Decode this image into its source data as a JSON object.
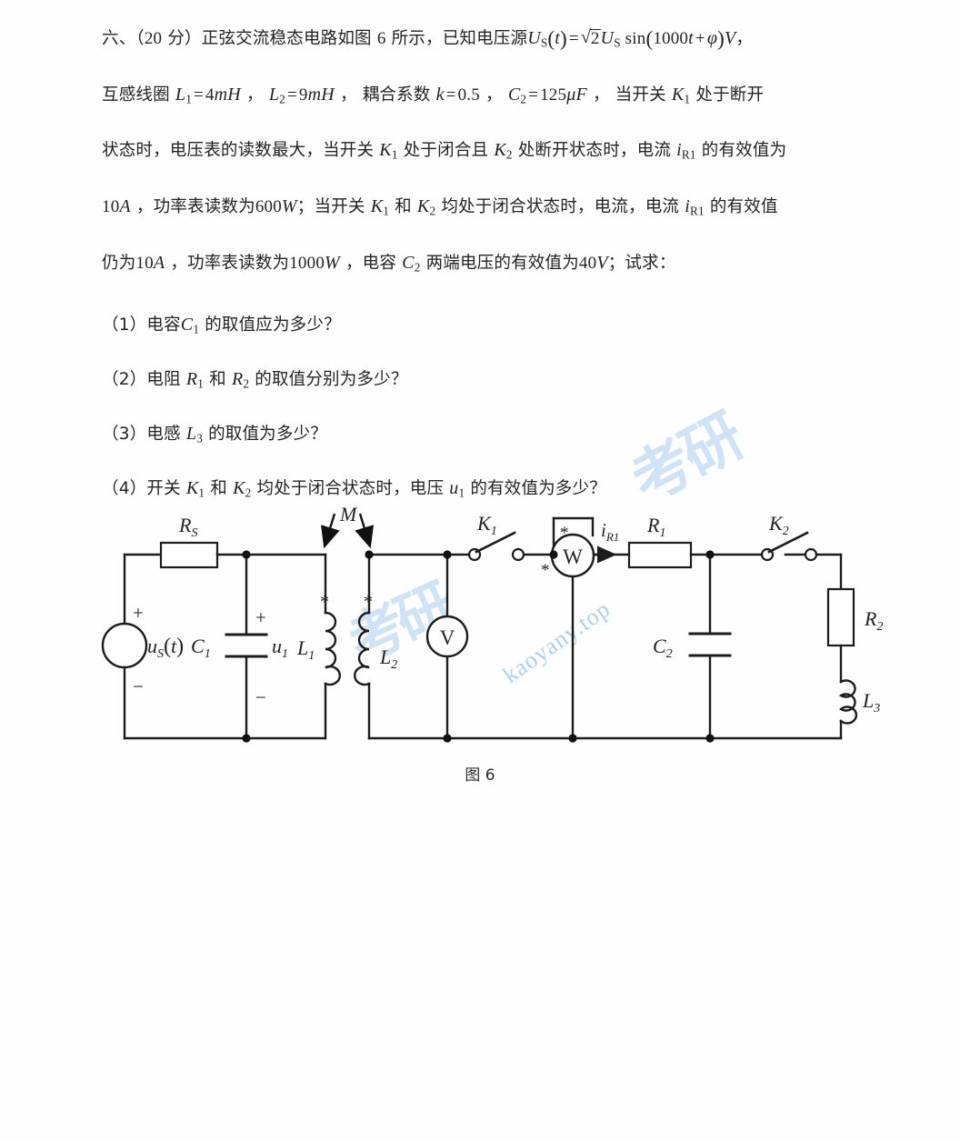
{
  "document": {
    "caption": "图 6",
    "paragraphs": [
      {
        "id": "p1",
        "text": "六、（20 分）正弦交流稳态电路如图 6 所示，已知电压源 Us(t) = √2 Us sin(1000t + φ) V ,"
      },
      {
        "id": "p2",
        "text": "互感线圈 L1 = 4mH , L2 = 9mH , 耦合系数 k = 0.5 , C2 = 125μF , 当开关 K1 处于断开"
      },
      {
        "id": "p3",
        "text": "状态时，电压表的读数最大，当开关 K1 处于闭合且 K2 处断开状态时，电流 iR1 的有效值为"
      },
      {
        "id": "p4",
        "text": "10A , 功率表读数为 600W ；当开关 K1 和 K2 均处于闭合状态时，电流，电流 iR1 的有效值"
      },
      {
        "id": "p5",
        "text": "仍为 10A , 功率表读数为 1000W , 电容 C2 两端电压的有效值为 40V ；试求："
      },
      {
        "id": "q1",
        "text": "（1）电容 C1 的取值应为多少？"
      },
      {
        "id": "q2",
        "text": "（2）电阻 R1 和 R2 的取值分别为多少？"
      },
      {
        "id": "q3",
        "text": "（3）电感 L3 的取值为多少？"
      },
      {
        "id": "q4",
        "text": "（4）开关 K1 和 K2 均处于闭合状态时，电压 u1 的有效值为多少？"
      }
    ],
    "given_values": {
      "problem_number": "六",
      "points": "20 分",
      "figure_ref": "图 6",
      "L1": "4mH",
      "L2": "9mH",
      "k": "0.5",
      "C2": "125μF",
      "omega": "1000",
      "current_iR1_case1": "10A",
      "wattmeter_case1": "600W",
      "current_iR1_case2": "10A",
      "wattmeter_case2": "1000W",
      "voltage_C2": "40V"
    }
  },
  "circuit": {
    "labels": {
      "Rs": "R",
      "Rs_sub": "S",
      "source": "u",
      "source_sub": "S",
      "source_arg": "(t)",
      "C1": "C",
      "C1_sub": "1",
      "u1": "u",
      "u1_sub": "1",
      "L1": "L",
      "L1_sub": "1",
      "L2": "L",
      "L2_sub": "2",
      "M": "M",
      "K1": "K",
      "K1_sub": "1",
      "K2": "K",
      "K2_sub": "2",
      "voltmeter": "V",
      "wattmeter": "W",
      "iR1": "i",
      "iR1_sub": "R1",
      "R1": "R",
      "R1_sub": "1",
      "R2": "R",
      "R2_sub": "2",
      "C2": "C",
      "C2_sub": "2",
      "L3": "L",
      "L3_sub": "3",
      "plus": "+",
      "minus": "−",
      "dot_mark": "*"
    }
  },
  "watermark": {
    "url": "kaoyany.top",
    "cjk_a": "考研",
    "cjk_b": "考研"
  },
  "colors": {
    "ink": "#232323",
    "wire": "#1c1c1c",
    "watermark_blue": "#a8cdee",
    "watermark_cjk": "#cfe3f7",
    "page": "#fefefe"
  }
}
